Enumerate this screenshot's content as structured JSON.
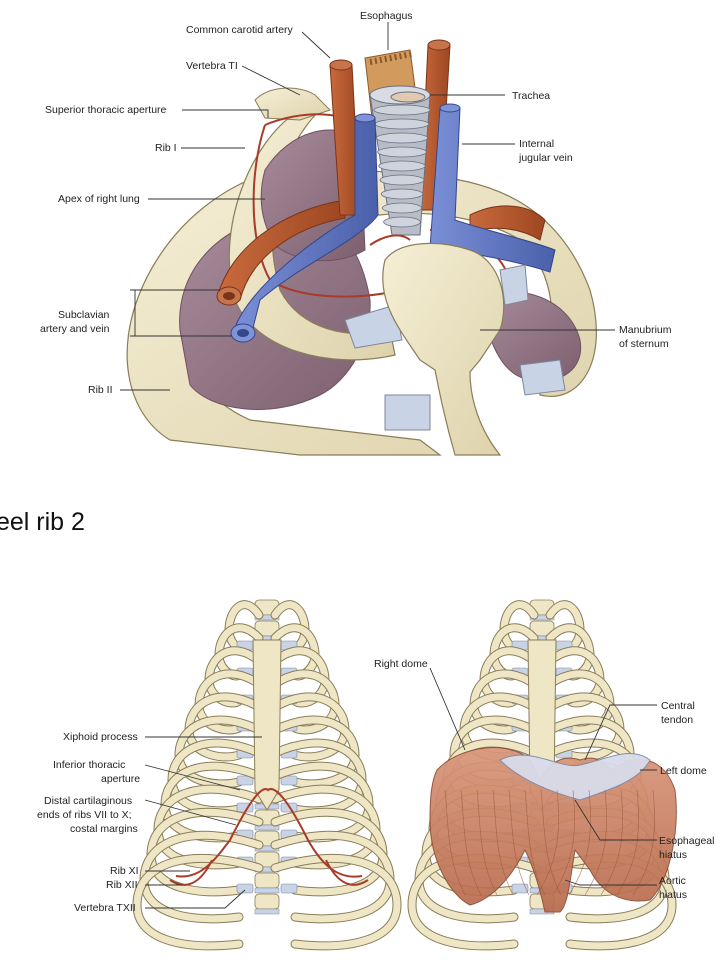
{
  "top_figure": {
    "labels": {
      "esophagus": "Esophagus",
      "common_carotid": "Common carotid artery",
      "vertebra_t1": "Vertebra TI",
      "superior_aperture": "Superior thoracic aperture",
      "rib1": "Rib I",
      "apex": "Apex of right lung",
      "subclavian_line1": "Subclavian",
      "subclavian_line2": "artery and vein",
      "rib2": "Rib II",
      "trachea": "Trachea",
      "internal_jugular_line1": "Internal",
      "internal_jugular_line2": "jugular vein",
      "manubrium_line1": "Manubrium",
      "manubrium_line2": "of sternum"
    }
  },
  "caption": "eel rib 2",
  "bottom_left": {
    "labels": {
      "xiphoid": "Xiphoid process",
      "inferior_line1": "Inferior thoracic",
      "inferior_line2": "aperture",
      "distal_line1": "Distal cartilaginous",
      "distal_line2": "ends of ribs VII to X;",
      "distal_line3": "costal margins",
      "rib11": "Rib XI",
      "rib12": "Rib XII",
      "vertebra_t12": "Vertebra TXII"
    }
  },
  "bottom_right": {
    "labels": {
      "right_dome": "Right dome",
      "central_line1": "Central",
      "central_line2": "tendon",
      "left_dome": "Left dome",
      "esophageal_line1": "Esophageal",
      "esophageal_line2": "hiatus",
      "aortic_line1": "Aortic",
      "aortic_line2": "hiatus"
    }
  },
  "colors": {
    "bone": "#efe6c6",
    "bone_edge": "#8a7d58",
    "cartilage": "#c9d3e6",
    "lung": "#9a7d8d",
    "artery": "#b6582f",
    "vein": "#5c74c0",
    "muscle": "#c97a5c",
    "aperture_line": "#a93b2a"
  }
}
